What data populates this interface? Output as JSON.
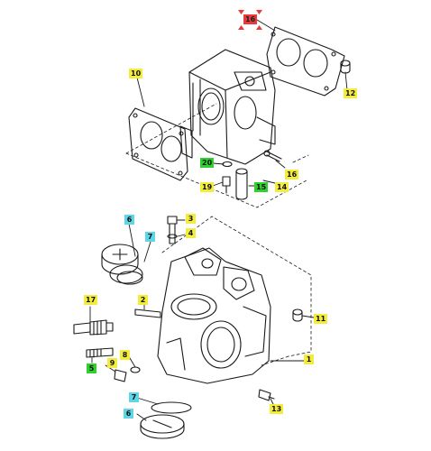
{
  "colors": {
    "yellow": "#f4ec3a",
    "green": "#2fd12f",
    "cyan": "#5ed6e6",
    "highlight": "#e83a3a",
    "line": "#1a1a1a"
  },
  "labels": [
    {
      "id": "16-top",
      "text": "16",
      "color": "highlight",
      "selected": true
    },
    {
      "id": "10",
      "text": "10",
      "color": "yellow"
    },
    {
      "id": "12",
      "text": "12",
      "color": "yellow"
    },
    {
      "id": "20",
      "text": "20",
      "color": "green"
    },
    {
      "id": "16-mid",
      "text": "16",
      "color": "yellow"
    },
    {
      "id": "19",
      "text": "19",
      "color": "yellow"
    },
    {
      "id": "15",
      "text": "15",
      "color": "green"
    },
    {
      "id": "14",
      "text": "14",
      "color": "yellow"
    },
    {
      "id": "6-top",
      "text": "6",
      "color": "cyan"
    },
    {
      "id": "7-top",
      "text": "7",
      "color": "cyan"
    },
    {
      "id": "3",
      "text": "3",
      "color": "yellow"
    },
    {
      "id": "4",
      "text": "4",
      "color": "yellow"
    },
    {
      "id": "17",
      "text": "17",
      "color": "yellow"
    },
    {
      "id": "2",
      "text": "2",
      "color": "yellow"
    },
    {
      "id": "11",
      "text": "11",
      "color": "yellow"
    },
    {
      "id": "5",
      "text": "5",
      "color": "green"
    },
    {
      "id": "9",
      "text": "9",
      "color": "yellow"
    },
    {
      "id": "8",
      "text": "8",
      "color": "yellow"
    },
    {
      "id": "1",
      "text": "1",
      "color": "yellow"
    },
    {
      "id": "7-bot",
      "text": "7",
      "color": "cyan"
    },
    {
      "id": "13",
      "text": "13",
      "color": "yellow"
    },
    {
      "id": "6-bot",
      "text": "6",
      "color": "cyan"
    }
  ]
}
